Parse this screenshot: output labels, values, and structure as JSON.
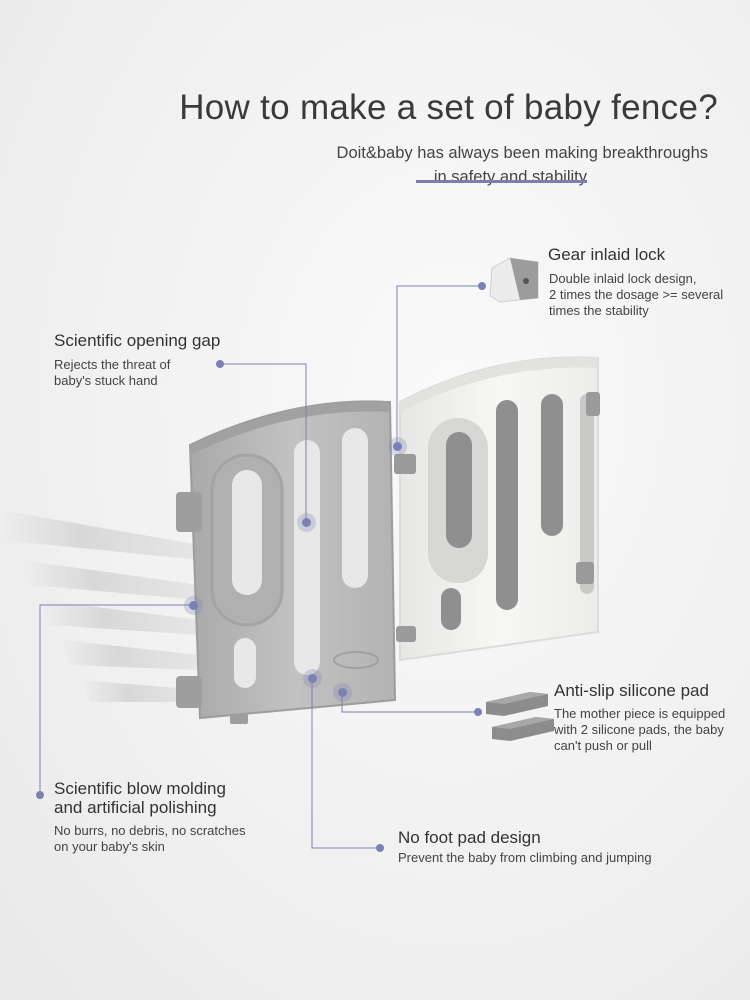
{
  "header": {
    "title": "How to make a set of baby fence?",
    "subtitle_line1": "Doit&baby has always been making breakthroughs",
    "subtitle_line2": "in safety and stability"
  },
  "features": {
    "gear_lock": {
      "title": "Gear inlaid lock",
      "desc1": "Double inlaid lock design,",
      "desc2": "2 times the dosage >= several",
      "desc3": "times the stability"
    },
    "opening_gap": {
      "title": "Scientific opening gap",
      "desc1": "Rejects the threat of",
      "desc2": "baby's stuck hand"
    },
    "silicone_pad": {
      "title": "Anti-slip silicone pad",
      "desc1": "The mother piece is equipped",
      "desc2": "with 2 silicone pads, the baby",
      "desc3": "can't push or pull"
    },
    "blow_molding": {
      "title1": "Scientific blow molding",
      "title2": "and artificial polishing",
      "desc1": "No burrs, no debris, no scratches",
      "desc2": "on your baby's skin"
    },
    "foot_pad": {
      "title": "No foot pad design",
      "desc": "Prevent the baby from climbing and jumping"
    }
  },
  "colors": {
    "accent": "#7d80b3",
    "grey_panel": "#b9b9b9",
    "white_panel": "#f4f4f2"
  }
}
